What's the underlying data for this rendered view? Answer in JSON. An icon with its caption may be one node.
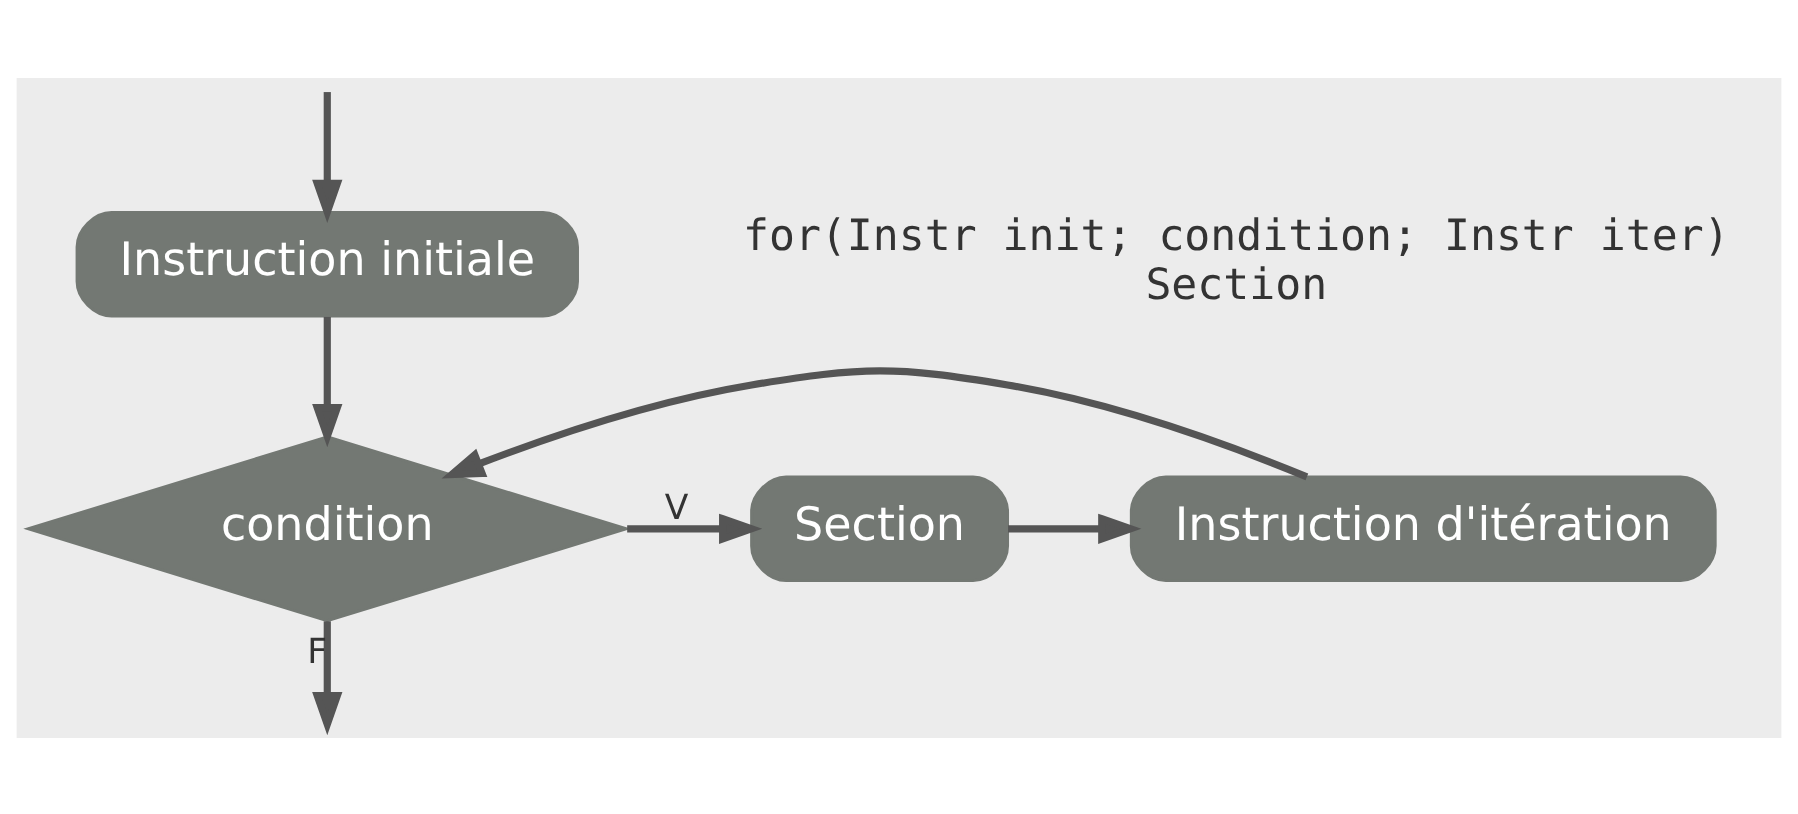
{
  "diagram": {
    "nodes": [
      {
        "text": [
          "Instruction initiale"
        ]
      },
      {
        "text": [
          "condition"
        ]
      },
      {
        "text": [
          "Section"
        ]
      },
      {
        "text": [
          "Instruction d'itération"
        ]
      }
    ],
    "edges": [
      {
        "from": null,
        "to": 0,
        "arrow": "to"
      },
      {
        "from": 0,
        "to": 1,
        "arrow": "to"
      },
      {
        "from": 3,
        "to": 1,
        "arrow": "to"
      },
      {
        "from": 1,
        "to": 2,
        "arrow": "to",
        "label": "V"
      },
      {
        "from": 2,
        "to": 3,
        "arrow": "to"
      },
      {
        "from": 1,
        "to": null,
        "arrow": "to",
        "label": "F"
      }
    ],
    "labels": [
      "for(Instr init; condition; Instr iter)",
      "Section"
    ]
  }
}
